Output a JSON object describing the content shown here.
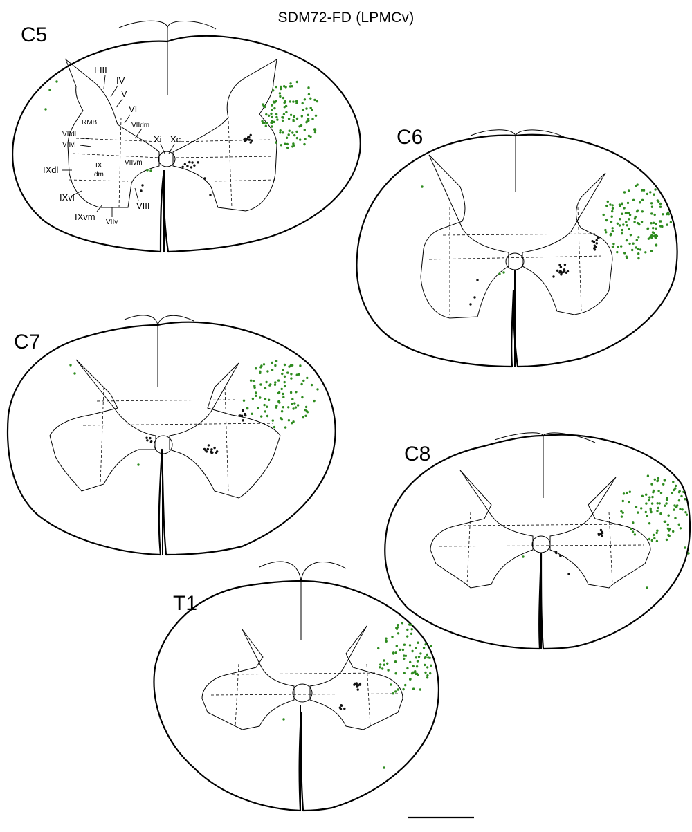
{
  "title": "SDM72-FD (LPMCv)",
  "colors": {
    "labeled_cell_green": "#2e8b1f",
    "labeled_cell_black": "#111111",
    "outline": "#000000"
  },
  "sections": [
    {
      "id": "c5",
      "label": "C5"
    },
    {
      "id": "c6",
      "label": "C6"
    },
    {
      "id": "c7",
      "label": "C7"
    },
    {
      "id": "c8",
      "label": "C8"
    },
    {
      "id": "t1",
      "label": "T1"
    }
  ],
  "laminae_labels": {
    "i_iii": "I-III",
    "iv": "IV",
    "v": "V",
    "vi": "VI",
    "rmb": "RMB",
    "viidm": "VIIdm",
    "viidl": "VIIdl",
    "viivl": "VIIvl",
    "xi": "Xi",
    "xc": "Xc",
    "viivm": "VIIvm",
    "ixdl": "IXdl",
    "ix_dm_1": "IX",
    "ix_dm_2": "dm",
    "ixvl": "IXvl",
    "ixvm": "IXvm",
    "viilv": "VIIv",
    "viii": "VIII"
  },
  "scale_bar": {
    "label": ""
  }
}
